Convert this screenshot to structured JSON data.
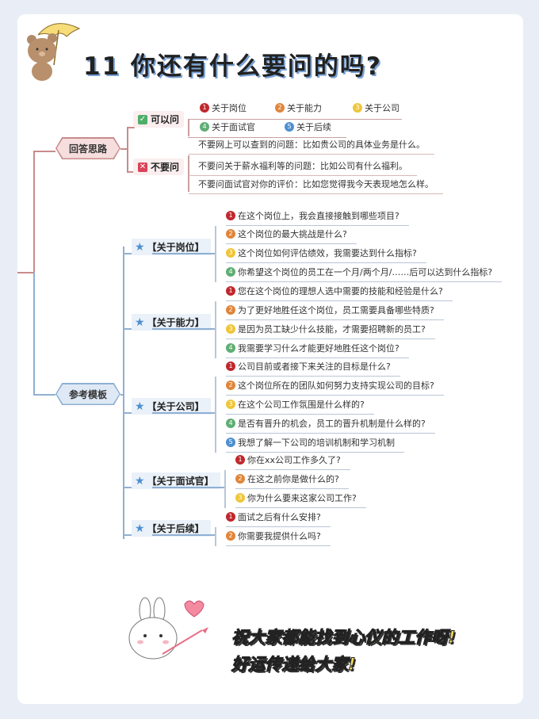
{
  "title": "11  你还有什么要问的吗?",
  "colors": {
    "n1": "#c0282d",
    "n2": "#e0853a",
    "n3": "#efc63a",
    "n4": "#5fae73",
    "n5": "#4e8fd0",
    "red": "#c98b8b",
    "blue": "#8fb0d3"
  },
  "answer": {
    "label": "回答思路",
    "can": {
      "label": "可以问",
      "icon": "check-icon",
      "items": [
        "关于岗位",
        "关于能力",
        "关于公司",
        "关于面试官",
        "关于后续"
      ]
    },
    "cannot": {
      "label": "不要问",
      "icon": "x-icon",
      "items": [
        "不要网上可以查到的问题：比如贵公司的具体业务是什么。",
        "不要问关于薪水福利等的问题：比如公司有什么福利。",
        "不要问面试官对你的评价：比如您觉得我今天表现地怎么样。"
      ]
    }
  },
  "template": {
    "label": "参考模板",
    "groups": [
      {
        "label": "【关于岗位】",
        "items": [
          "在这个岗位上，我会直接接触到哪些项目?",
          "这个岗位的最大挑战是什么?",
          "这个岗位如何评估绩效，我需要达到什么指标?",
          "你希望这个岗位的员工在一个月/两个月/……后可以达到什么指标?"
        ]
      },
      {
        "label": "【关于能力】",
        "items": [
          "您在这个岗位的理想人选中需要的技能和经验是什么?",
          "为了更好地胜任这个岗位，员工需要具备哪些特质?",
          "是因为员工缺少什么技能，才需要招聘新的员工?",
          "我需要学习什么才能更好地胜任这个岗位?"
        ]
      },
      {
        "label": "【关于公司】",
        "items": [
          "公司目前或者接下来关注的目标是什么?",
          "这个岗位所在的团队如何努力支持实现公司的目标?",
          "在这个公司工作氛围是什么样的?",
          "是否有晋升的机会，员工的晋升机制是什么样的?",
          "我想了解一下公司的培训机制和学习机制"
        ]
      },
      {
        "label": "【关于面试官】",
        "items": [
          "你在xx公司工作多久了?",
          "在这之前你是做什么的?",
          "你为什么要来这家公司工作?"
        ]
      },
      {
        "label": "【关于后续】",
        "items": [
          "面试之后有什么安排?",
          "你需要我提供什么吗?"
        ]
      }
    ]
  },
  "footer": {
    "line1": "祝大家都能找到心仪的工作呀!",
    "line2": "好运传递给大家!"
  }
}
